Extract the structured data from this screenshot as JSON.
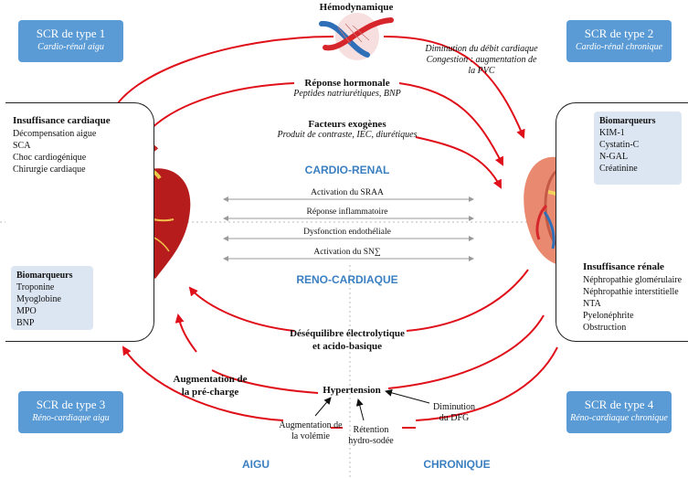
{
  "colors": {
    "arrow_red": "#e0101a",
    "type_box": "#5b9bd5",
    "bio_bg": "#dce6f2",
    "accent_blue": "#3a7fc1"
  },
  "top": {
    "title": "Hémodynamique"
  },
  "type_boxes": [
    {
      "title": "SCR de type 1",
      "subtitle": "Cardio-rénal aigu"
    },
    {
      "title": "SCR de type 2",
      "subtitle": "Cardio-rénal chronique"
    },
    {
      "title": "SCR de type 3",
      "subtitle": "Réno-cardiaque aigu"
    },
    {
      "title": "SCR de type 4",
      "subtitle": "Réno-cardiaque chronique"
    }
  ],
  "right_top_note": {
    "line1": "Diminution du débit cardiaque",
    "line2": "Congestion : augmentation de",
    "line3": "la PVC"
  },
  "hormonal": {
    "title": "Réponse hormonale",
    "subtitle": "Peptides natriurétiques, BNP"
  },
  "exogenous": {
    "title": "Facteurs exogènes",
    "subtitle": "Produit de contraste, IEC, diurétiques"
  },
  "cardio_renal_label": "CARDIO-RENAL",
  "reno_cardiaque_label": "RENO-CARDIAQUE",
  "mechanisms": [
    "Activation du SRAA",
    "Réponse inflammatoire",
    "Dysfonction endothéliale",
    "Activation du SN∑"
  ],
  "heart_panel": {
    "title": "Insuffisance cardiaque",
    "items": [
      "Décompensation aigue",
      "SCA",
      "Choc cardiogénique",
      "Chirurgie cardiaque"
    ],
    "biomarkers_title": "Biomarqueurs",
    "biomarkers": [
      "Troponine",
      "Myoglobine",
      "MPO",
      "BNP"
    ]
  },
  "kidney_panel": {
    "biomarkers_title": "Biomarqueurs",
    "biomarkers": [
      "KIM-1",
      "Cystatin-C",
      "N-GAL",
      "Créatinine"
    ],
    "title": "Insuffisance rénale",
    "items": [
      "Néphropathie glomérulaire",
      "Néphropathie interstitielle",
      "NTA",
      "Pyelonéphrite",
      "Obstruction"
    ]
  },
  "electrolyte": {
    "line1": "Déséquilibre électrolytique",
    "line2": "et acido-basique"
  },
  "preload": {
    "line1": "Augmentation de",
    "line2": "la pré-charge"
  },
  "hypertension": "Hypertension",
  "volemia": {
    "line1": "Augmentation de",
    "line2": "la volémie"
  },
  "retention": {
    "line1": "Rétention",
    "line2": "hydro-sodée"
  },
  "dfg": {
    "line1": "Diminution",
    "line2": "du DFG"
  },
  "bottom": {
    "left": "AIGU",
    "right": "CHRONIQUE"
  }
}
